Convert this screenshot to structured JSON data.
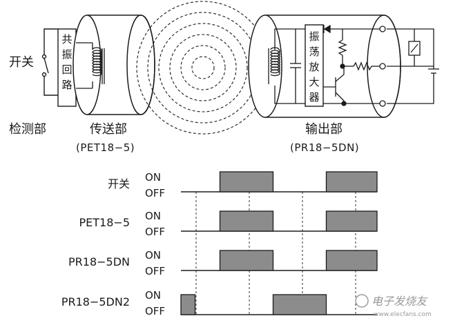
{
  "diagram": {
    "switch_label": "开关",
    "detect_label": "检测部",
    "resonance_chars": [
      "共",
      "振",
      "回",
      "路"
    ],
    "transmit_label": "传送部",
    "transmit_model": "(PET18−5)",
    "amp_chars": [
      "振",
      "荡",
      "放",
      "大",
      "器"
    ],
    "output_label": "输出部",
    "output_model": "(PR18−5DN)"
  },
  "timing": {
    "level_on": "ON",
    "level_off": "OFF",
    "signals": [
      {
        "name": "开关",
        "high": [
          [
            0.22,
            0.52
          ],
          [
            0.82,
            1.12
          ]
        ]
      },
      {
        "name": "PET18−5",
        "high": [
          [
            0.22,
            0.52
          ],
          [
            0.82,
            1.12
          ]
        ]
      },
      {
        "name": "PR18−5DN",
        "high": [
          [
            0.22,
            0.52
          ],
          [
            0.82,
            1.12
          ]
        ]
      },
      {
        "name": "PR18−5DN2",
        "high": [
          [
            0.0,
            0.08
          ],
          [
            0.52,
            0.82
          ]
        ]
      }
    ]
  },
  "watermark": {
    "text": "电子发烧友",
    "url": "www.elecfans.com"
  }
}
